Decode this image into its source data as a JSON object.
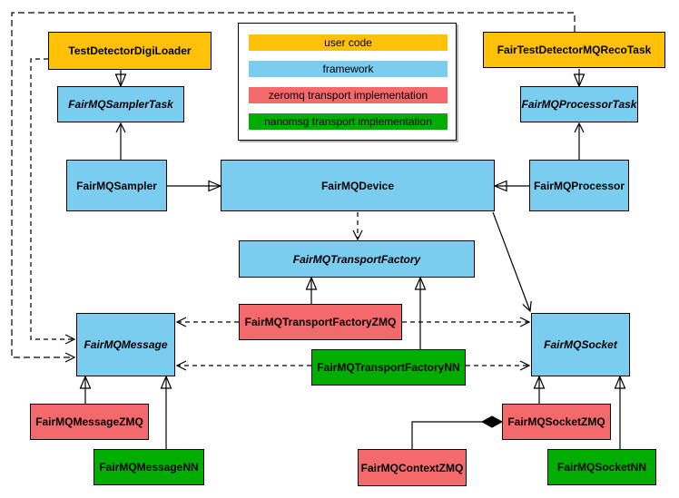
{
  "legend": {
    "items": [
      {
        "label": "user code",
        "color": "#FFC107",
        "category": "user-code"
      },
      {
        "label": "framework",
        "color": "#7BCDF0",
        "category": "framework"
      },
      {
        "label": "zeromq transport implementation",
        "color": "#F4696B",
        "category": "zeromq-transport"
      },
      {
        "label": "nanomsg transport implementation",
        "color": "#00AD00",
        "category": "nanomsg-transport"
      }
    ]
  },
  "colors": {
    "user_code": "#FFC107",
    "framework": "#7BCDF0",
    "zeromq": "#F4696B",
    "nanomsg": "#00AD00",
    "line": "#000000",
    "background": "#FFFFFF"
  },
  "nodes": {
    "test_detector_digi_loader": {
      "label": "TestDetectorDigiLoader",
      "category": "user-code",
      "abstract": false
    },
    "fairmq_sampler_task": {
      "label": "FairMQSamplerTask",
      "category": "framework",
      "abstract": true
    },
    "fair_test_detector_mq_reco_task": {
      "label": "FairTestDetectorMQRecoTask",
      "category": "user-code",
      "abstract": false
    },
    "fairmq_processor_task": {
      "label": "FairMQProcessorTask",
      "category": "framework",
      "abstract": true
    },
    "fairmq_sampler": {
      "label": "FairMQSampler",
      "category": "framework",
      "abstract": false
    },
    "fairmq_device": {
      "label": "FairMQDevice",
      "category": "framework",
      "abstract": false
    },
    "fairmq_processor": {
      "label": "FairMQProcessor",
      "category": "framework",
      "abstract": false
    },
    "fairmq_transport_factory": {
      "label": "FairMQTransportFactory",
      "category": "framework",
      "abstract": true
    },
    "fairmq_transport_factory_zmq": {
      "label": "FairMQTransportFactoryZMQ",
      "category": "zeromq-transport",
      "abstract": false
    },
    "fairmq_transport_factory_nn": {
      "label": "FairMQTransportFactoryNN",
      "category": "nanomsg-transport",
      "abstract": false
    },
    "fairmq_message": {
      "label": "FairMQMessage",
      "category": "framework",
      "abstract": true
    },
    "fairmq_socket": {
      "label": "FairMQSocket",
      "category": "framework",
      "abstract": true
    },
    "fairmq_message_zmq": {
      "label": "FairMQMessageZMQ",
      "category": "zeromq-transport",
      "abstract": false
    },
    "fairmq_message_nn": {
      "label": "FairMQMessageNN",
      "category": "nanomsg-transport",
      "abstract": false
    },
    "fairmq_socket_zmq": {
      "label": "FairMQSocketZMQ",
      "category": "zeromq-transport",
      "abstract": false
    },
    "fairmq_socket_nn": {
      "label": "FairMQSocketNN",
      "category": "nanomsg-transport",
      "abstract": false
    },
    "fairmq_context_zmq": {
      "label": "FairMQContextZMQ",
      "category": "zeromq-transport",
      "abstract": false
    }
  },
  "relationships": [
    {
      "from": "TestDetectorDigiLoader",
      "to": "FairMQSamplerTask",
      "type": "inheritance"
    },
    {
      "from": "FairTestDetectorMQRecoTask",
      "to": "FairMQProcessorTask",
      "type": "inheritance"
    },
    {
      "from": "FairMQSampler",
      "to": "FairMQDevice",
      "type": "inheritance"
    },
    {
      "from": "FairMQProcessor",
      "to": "FairMQDevice",
      "type": "inheritance"
    },
    {
      "from": "FairMQSampler",
      "to": "FairMQSamplerTask",
      "type": "association"
    },
    {
      "from": "FairMQProcessor",
      "to": "FairMQProcessorTask",
      "type": "association"
    },
    {
      "from": "FairMQDevice",
      "to": "FairMQTransportFactory",
      "type": "dependency"
    },
    {
      "from": "FairMQDevice",
      "to": "FairMQSocket",
      "type": "association"
    },
    {
      "from": "FairMQTransportFactoryZMQ",
      "to": "FairMQTransportFactory",
      "type": "inheritance"
    },
    {
      "from": "FairMQTransportFactoryNN",
      "to": "FairMQTransportFactory",
      "type": "inheritance"
    },
    {
      "from": "FairMQTransportFactoryZMQ",
      "to": "FairMQMessage",
      "type": "dependency"
    },
    {
      "from": "FairMQTransportFactoryZMQ",
      "to": "FairMQSocket",
      "type": "dependency"
    },
    {
      "from": "FairMQTransportFactoryNN",
      "to": "FairMQMessage",
      "type": "dependency"
    },
    {
      "from": "FairMQTransportFactoryNN",
      "to": "FairMQSocket",
      "type": "dependency"
    },
    {
      "from": "FairMQMessageZMQ",
      "to": "FairMQMessage",
      "type": "inheritance"
    },
    {
      "from": "FairMQMessageNN",
      "to": "FairMQMessage",
      "type": "inheritance"
    },
    {
      "from": "FairMQSocketZMQ",
      "to": "FairMQSocket",
      "type": "inheritance"
    },
    {
      "from": "FairMQSocketNN",
      "to": "FairMQSocket",
      "type": "inheritance"
    },
    {
      "from": "TestDetectorDigiLoader",
      "to": "FairMQMessage",
      "type": "dependency"
    },
    {
      "from": "FairTestDetectorMQRecoTask",
      "to": "FairMQMessage",
      "type": "dependency"
    },
    {
      "from": "FairMQSocketZMQ",
      "to": "FairMQContextZMQ",
      "type": "composition"
    }
  ]
}
